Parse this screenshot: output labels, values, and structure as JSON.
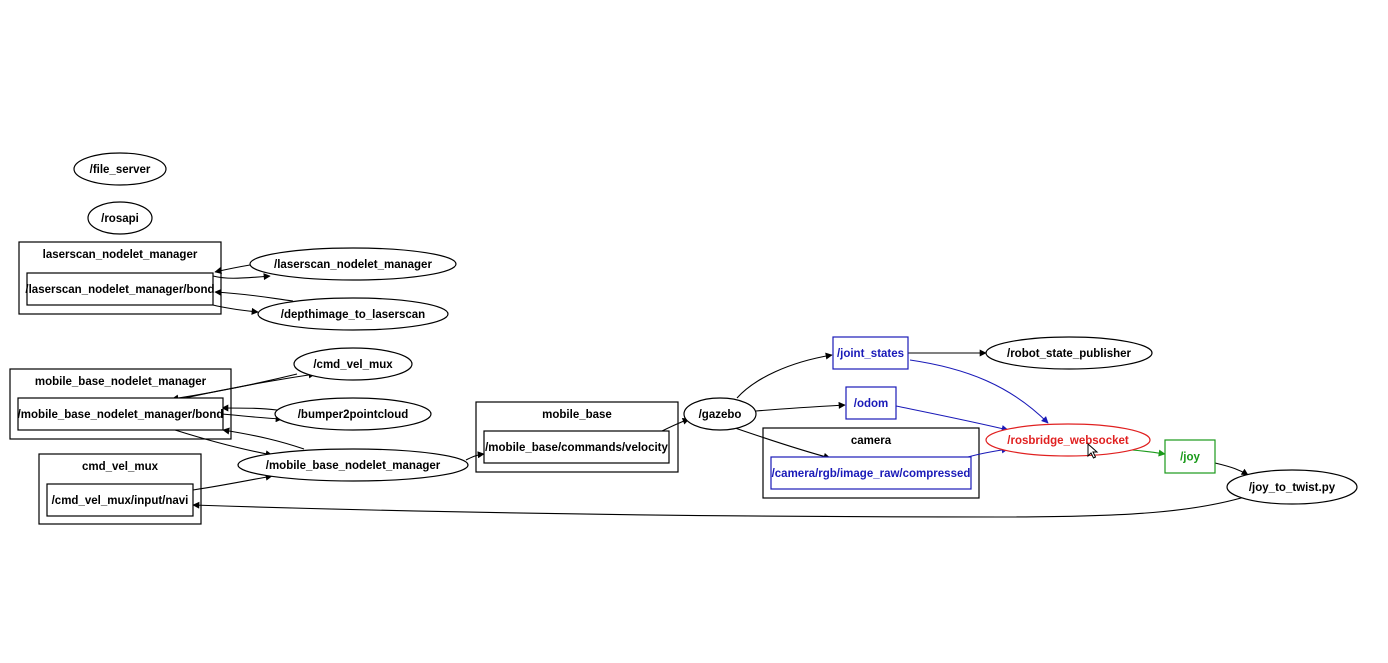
{
  "colors": {
    "default": "#000000",
    "topic_highlight": "#1a1ab8",
    "node_highlight": "#e02020",
    "joy_highlight": "#1a9a1a"
  },
  "clusters": [
    {
      "id": "c-laserscan",
      "label": "laserscan_nodelet_manager"
    },
    {
      "id": "c-mobile-base-nm",
      "label": "mobile_base_nodelet_manager"
    },
    {
      "id": "c-cmd-vel-mux",
      "label": "cmd_vel_mux"
    },
    {
      "id": "c-mobile-base",
      "label": "mobile_base"
    },
    {
      "id": "c-camera",
      "label": "camera"
    }
  ],
  "nodes": [
    {
      "id": "file_server",
      "label": "/file_server",
      "shape": "ellipse"
    },
    {
      "id": "rosapi",
      "label": "/rosapi",
      "shape": "ellipse"
    },
    {
      "id": "laserscan_bond",
      "label": "/laserscan_nodelet_manager/bond",
      "shape": "box"
    },
    {
      "id": "laserscan_nm",
      "label": "/laserscan_nodelet_manager",
      "shape": "ellipse"
    },
    {
      "id": "depthimage",
      "label": "/depthimage_to_laserscan",
      "shape": "ellipse"
    },
    {
      "id": "mb_bond",
      "label": "/mobile_base_nodelet_manager/bond",
      "shape": "box"
    },
    {
      "id": "cmd_vel_mux_node",
      "label": "/cmd_vel_mux",
      "shape": "ellipse"
    },
    {
      "id": "bumper",
      "label": "/bumper2pointcloud",
      "shape": "ellipse"
    },
    {
      "id": "mb_nm",
      "label": "/mobile_base_nodelet_manager",
      "shape": "ellipse"
    },
    {
      "id": "navi",
      "label": "/cmd_vel_mux/input/navi",
      "shape": "box"
    },
    {
      "id": "velocity",
      "label": "/mobile_base/commands/velocity",
      "shape": "box"
    },
    {
      "id": "gazebo",
      "label": "/gazebo",
      "shape": "ellipse"
    },
    {
      "id": "joint_states",
      "label": "/joint_states",
      "shape": "box",
      "highlight": "topic"
    },
    {
      "id": "odom",
      "label": "/odom",
      "shape": "box",
      "highlight": "topic"
    },
    {
      "id": "compressed",
      "label": "/camera/rgb/image_raw/compressed",
      "shape": "box",
      "highlight": "topic"
    },
    {
      "id": "robot_state_publisher",
      "label": "/robot_state_publisher",
      "shape": "ellipse"
    },
    {
      "id": "rosbridge",
      "label": "/rosbridge_websocket",
      "shape": "ellipse",
      "highlight": "node"
    },
    {
      "id": "joy",
      "label": "/joy",
      "shape": "box",
      "highlight": "joy"
    },
    {
      "id": "joy_to_twist",
      "label": "/joy_to_twist.py",
      "shape": "ellipse"
    }
  ],
  "edges": [
    {
      "from": "laserscan_nm",
      "to": "laserscan_bond"
    },
    {
      "from": "laserscan_bond",
      "to": "laserscan_nm"
    },
    {
      "from": "depthimage",
      "to": "laserscan_bond"
    },
    {
      "from": "laserscan_bond",
      "to": "depthimage"
    },
    {
      "from": "cmd_vel_mux_node",
      "to": "mb_bond"
    },
    {
      "from": "mb_bond",
      "to": "cmd_vel_mux_node"
    },
    {
      "from": "bumper",
      "to": "mb_bond"
    },
    {
      "from": "mb_bond",
      "to": "bumper"
    },
    {
      "from": "mb_nm",
      "to": "mb_bond"
    },
    {
      "from": "mb_bond",
      "to": "mb_nm"
    },
    {
      "from": "navi",
      "to": "mb_nm"
    },
    {
      "from": "mb_nm",
      "to": "velocity"
    },
    {
      "from": "velocity",
      "to": "gazebo"
    },
    {
      "from": "gazebo",
      "to": "joint_states"
    },
    {
      "from": "gazebo",
      "to": "odom"
    },
    {
      "from": "gazebo",
      "to": "compressed"
    },
    {
      "from": "joint_states",
      "to": "robot_state_publisher"
    },
    {
      "from": "joint_states",
      "to": "rosbridge",
      "highlight": "topic"
    },
    {
      "from": "odom",
      "to": "rosbridge",
      "highlight": "topic"
    },
    {
      "from": "compressed",
      "to": "rosbridge",
      "highlight": "topic"
    },
    {
      "from": "rosbridge",
      "to": "joy",
      "highlight": "joy"
    },
    {
      "from": "joy",
      "to": "joy_to_twist"
    },
    {
      "from": "joy_to_twist",
      "to": "navi"
    }
  ]
}
